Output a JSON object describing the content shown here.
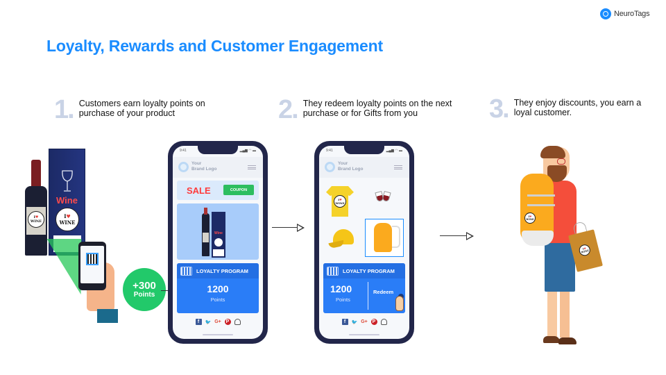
{
  "brand": {
    "name": "NeuroTags",
    "icon": "neurotags-logo-icon"
  },
  "title": "Loyalty, Rewards and Customer Engagement",
  "colors": {
    "accent": "#1a8cff",
    "step_number": "#c9d3e6",
    "loyalty_blue": "#2a7df7",
    "points_green": "#22c96a",
    "coupon_green": "#2dbe60",
    "sale_red": "#ff3b3b",
    "phone_frame": "#22264a"
  },
  "steps": [
    {
      "number": "1.",
      "text": "Customers earn loyalty points on purchase of your product"
    },
    {
      "number": "2.",
      "text": "They redeem loyalty points on the next purchase or for Gifts from you"
    },
    {
      "number": "3.",
      "text": "They enjoy discounts, you earn a loyal customer."
    }
  ],
  "product": {
    "box_label": "Wine",
    "badge_i": "I",
    "badge_heart": "♥",
    "badge_word": "WINE"
  },
  "points_bubble": {
    "amount": "+300",
    "label": "Points"
  },
  "phone_common": {
    "status_time": "9:41",
    "status_icons": "▂▄▆ ◠ ▬",
    "brand_logo_line1": "Your",
    "brand_logo_line2": "Brand Logo",
    "loyalty_title": "LOYALTY PROGRAM",
    "points_value": "1200",
    "points_label": "Points",
    "social": [
      "f",
      "🐦",
      "G+",
      "P",
      "👻"
    ]
  },
  "phone1": {
    "sale_text": "SALE",
    "coupon_label": "COUPON",
    "product_box_label": "Wine"
  },
  "phone2": {
    "gifts": [
      "t-shirt",
      "wine-glasses",
      "cap",
      "backpack"
    ],
    "selected_gift": "backpack",
    "redeem_label": "Redeem"
  }
}
